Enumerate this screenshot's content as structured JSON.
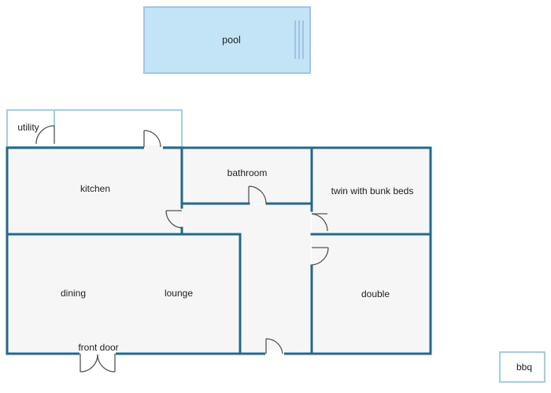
{
  "colors": {
    "wall": "#1f6a8e",
    "light_wall": "#9cd2e3",
    "room_fill": "#f6f6f6",
    "pool_fill": "#c3e3f7",
    "pool_edge": "#9cc7e6",
    "pool_lines": "#8aaed6",
    "door": "#555555"
  },
  "labels": {
    "pool": "pool",
    "utility": "utility",
    "kitchen": "kitchen",
    "bathroom": "bathroom",
    "twin": "twin with bunk beds",
    "dining": "dining",
    "lounge": "lounge",
    "double": "double",
    "front_door": "front door",
    "bbq": "bbq"
  }
}
